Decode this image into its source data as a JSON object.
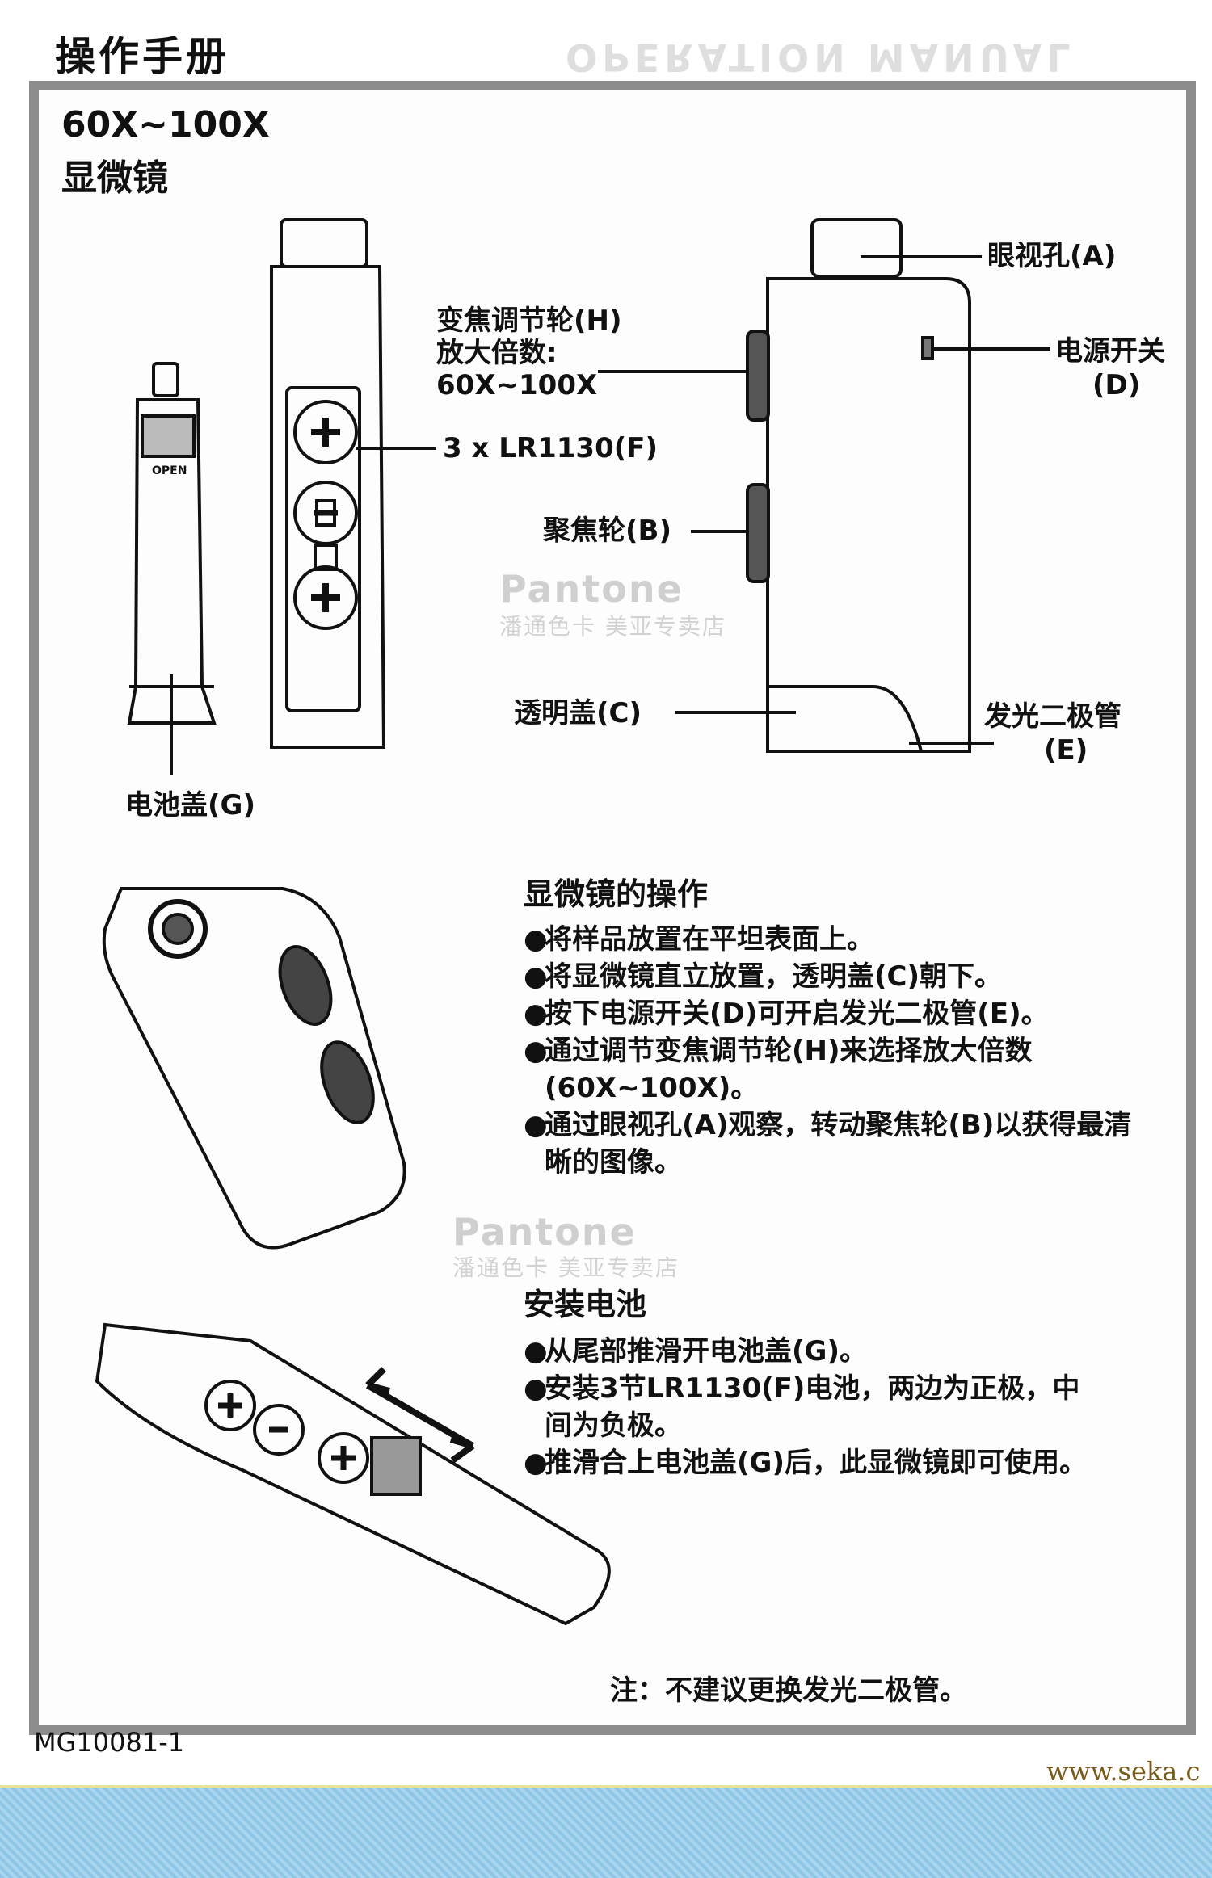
{
  "header": {
    "title": "操作手册",
    "ghost_title": "OPERATION MANUAL"
  },
  "product": {
    "magnification": "60X~100X",
    "name": "显微镜"
  },
  "labels": {
    "eyepiece": "眼视孔(A)",
    "power_switch_line1": "电源开关",
    "power_switch_line2": "(D)",
    "zoom_line1": "变焦调节轮(H)",
    "zoom_line2": "放大倍数:",
    "zoom_line3": "60X~100X",
    "battery_spec": "3 x LR1130(F)",
    "focus": "聚焦轮(B)",
    "cover": "透明盖(C)",
    "led_line1": "发光二极管",
    "led_line2": "(E)",
    "battery_cover": "电池盖(G)",
    "open_text": "OPEN"
  },
  "operation": {
    "heading": "显微镜的操作",
    "bullets": [
      "将样品放置在平坦表面上。",
      "将显微镜直立放置，透明盖(C)朝下。",
      "按下电源开关(D)可开启发光二极管(E)。",
      "通过调节变焦调节轮(H)来选择放大倍数(60X~100X)。",
      "通过眼视孔(A)观察，转动聚焦轮(B)以获得最清晰的图像。"
    ]
  },
  "battery": {
    "heading": "安装电池",
    "bullets": [
      "从尾部推滑开电池盖(G)。",
      "安装3节LR1130(F)电池，两边为正极，中间为负极。",
      "推滑合上电池盖(G)后，此显微镜即可使用。"
    ]
  },
  "note": "注：不建议更换发光二极管。",
  "watermark": {
    "brand": "Pantone",
    "shop": "潘通色卡 美亚专卖店"
  },
  "footer": {
    "code": "MG10081-1",
    "url": "www.seka.c"
  }
}
